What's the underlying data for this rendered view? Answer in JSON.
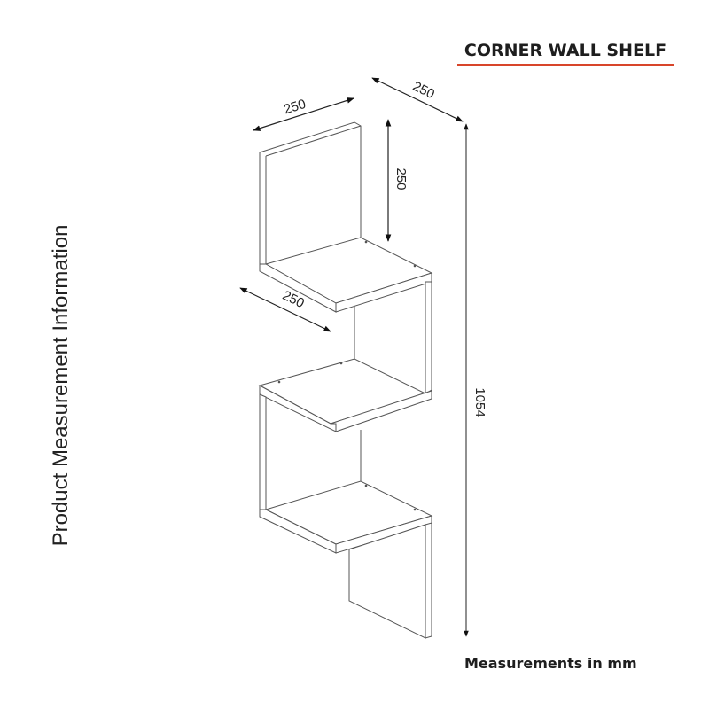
{
  "header": {
    "title": "CORNER WALL SHELF",
    "underline_color": "#d8452a"
  },
  "side_label": "Product Measurement Information",
  "footer": {
    "note": "Measurements in mm"
  },
  "dimensions": {
    "top_width_left": "250",
    "top_width_right": "250",
    "top_panel_height": "250",
    "shelf_depth": "250",
    "total_height": "1054"
  },
  "product": {
    "name": "Corner wall shelf",
    "shelf_count": 3,
    "unit": "mm"
  }
}
